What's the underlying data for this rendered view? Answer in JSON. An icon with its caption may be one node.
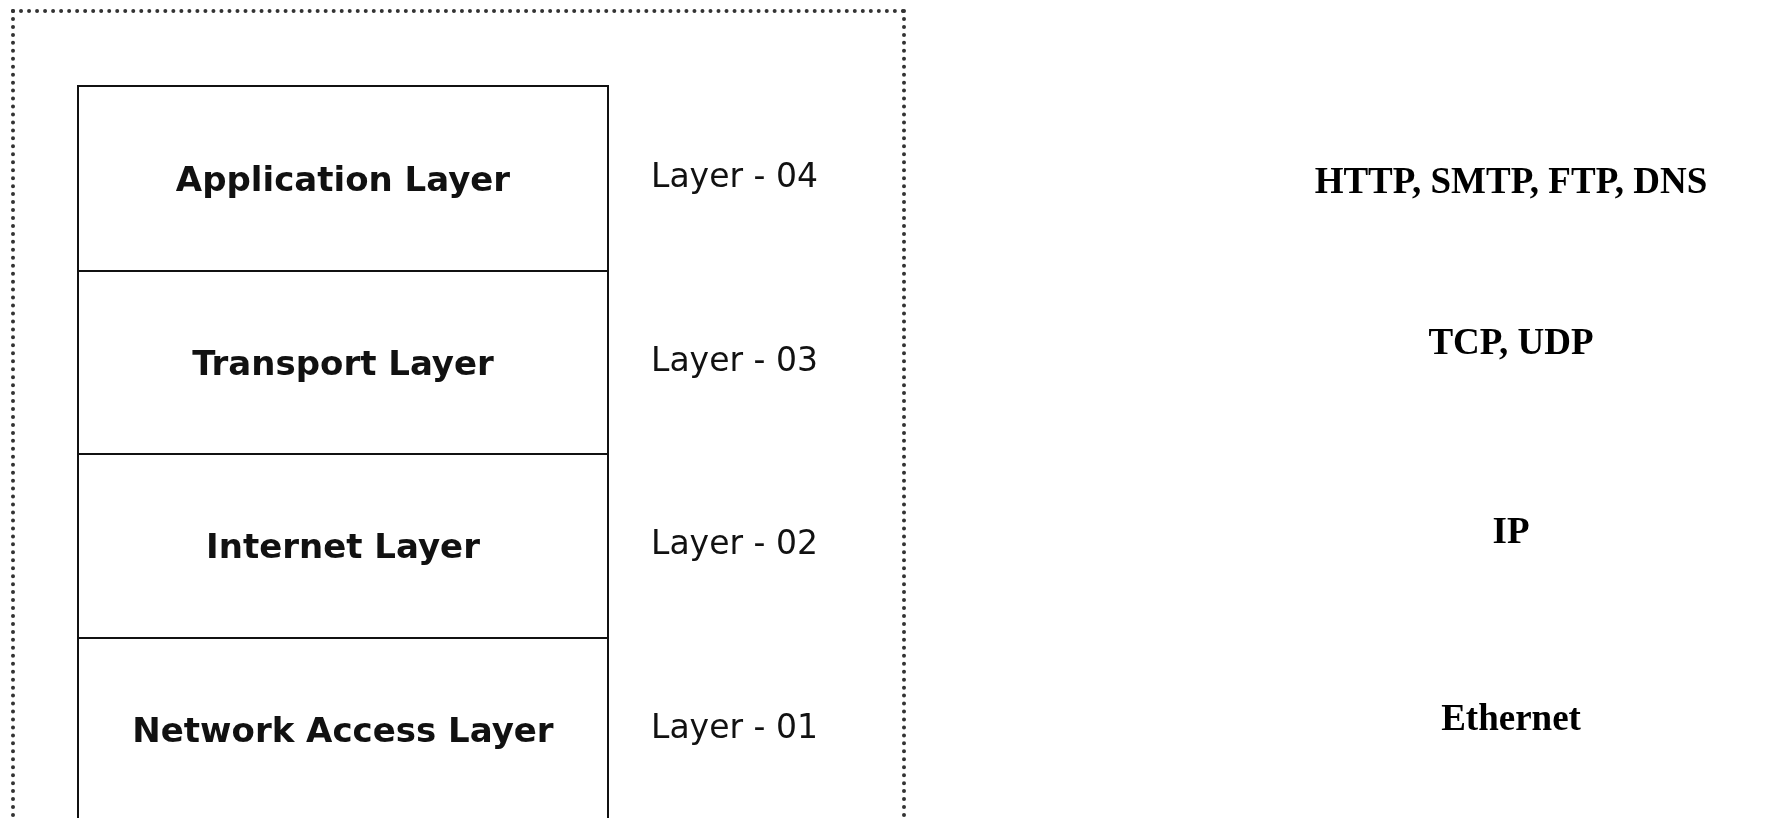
{
  "diagram": {
    "nodes": [
      {
        "text": [],
        "shape": "box"
      },
      {
        "text": [
          "Application Layer"
        ],
        "in": 0,
        "beside": [
          "Layer - 04"
        ]
      },
      {
        "text": [
          "Transport Layer"
        ],
        "in": 0,
        "beside": [
          "Layer - 03"
        ]
      },
      {
        "text": [
          "Internet Layer"
        ],
        "in": 0,
        "beside": [
          "Layer - 02"
        ]
      },
      {
        "text": [
          "Network Access Layer"
        ],
        "in": 0,
        "beside": [
          "Layer - 01"
        ]
      }
    ],
    "edges": [],
    "labels": [
      "HTTP, SMTP, FTP, DNS",
      "TCP, UDP",
      "IP",
      "Ethernet"
    ]
  }
}
